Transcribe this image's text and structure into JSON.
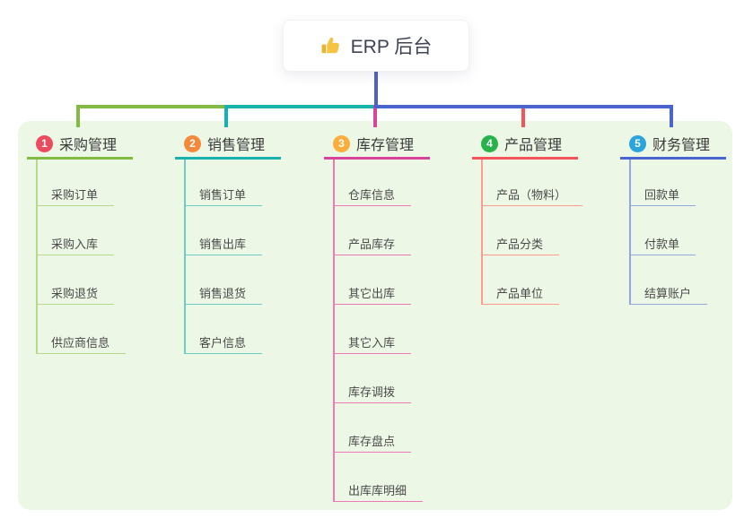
{
  "root": {
    "title": "ERP 后台",
    "icon": "thumbs-up",
    "icon_color": "#f6c445"
  },
  "canvas": {
    "background": "#ffffff",
    "panel_background": "#ecf7e6"
  },
  "connector": {
    "root_line_color": "#4c60d0"
  },
  "branches": [
    {
      "num": "1",
      "title": "采购管理",
      "badge_color": "#ec4b5f",
      "line_color": "#82ba44",
      "item_line_color": "#b7d78a",
      "items": [
        "采购订单",
        "采购入库",
        "采购退货",
        "供应商信息"
      ]
    },
    {
      "num": "2",
      "title": "销售管理",
      "badge_color": "#f6883c",
      "line_color": "#16b2ab",
      "item_line_color": "#6fcbc5",
      "items": [
        "销售订单",
        "销售出库",
        "销售退货",
        "客户信息"
      ]
    },
    {
      "num": "3",
      "title": "库存管理",
      "badge_color": "#fbae3c",
      "line_color": "#d8439b",
      "item_line_color": "#ee7ab8",
      "items": [
        "仓库信息",
        "产品库存",
        "其它出库",
        "其它入库",
        "库存调拨",
        "库存盘点",
        "出库库明细"
      ]
    },
    {
      "num": "4",
      "title": "产品管理",
      "badge_color": "#27b24b",
      "line_color": "#f5525c",
      "item_line_color": "#ff9b91",
      "items": [
        "产品（物料）",
        "产品分类",
        "产品单位"
      ]
    },
    {
      "num": "5",
      "title": "财务管理",
      "badge_color": "#29a4dd",
      "line_color": "#4a65cf",
      "item_line_color": "#92a6e0",
      "items": [
        "回款单",
        "付款单",
        "结算账户"
      ]
    }
  ]
}
